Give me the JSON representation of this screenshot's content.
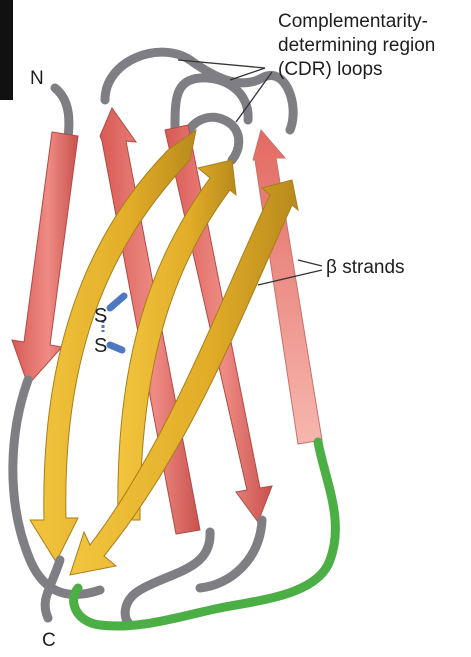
{
  "labels": {
    "cdr_line1": "Complementarity-",
    "cdr_line2": "determining region",
    "cdr_line3": "(CDR) loops",
    "beta_strands": "β strands",
    "n_terminus": "N",
    "c_terminus": "C",
    "sulfur_top": "S",
    "sulfur_bottom": "S"
  },
  "colors": {
    "red_strand": "#e36a63",
    "red_strand_light": "#f2aaa3",
    "gold_strand": "#e5b52c",
    "gold_strand_dark": "#b88a1c",
    "loop_gray": "#8e8e93",
    "loop_green": "#52b84a",
    "disulfide_blue": "#4f78c2",
    "text": "#1e1e1e"
  }
}
